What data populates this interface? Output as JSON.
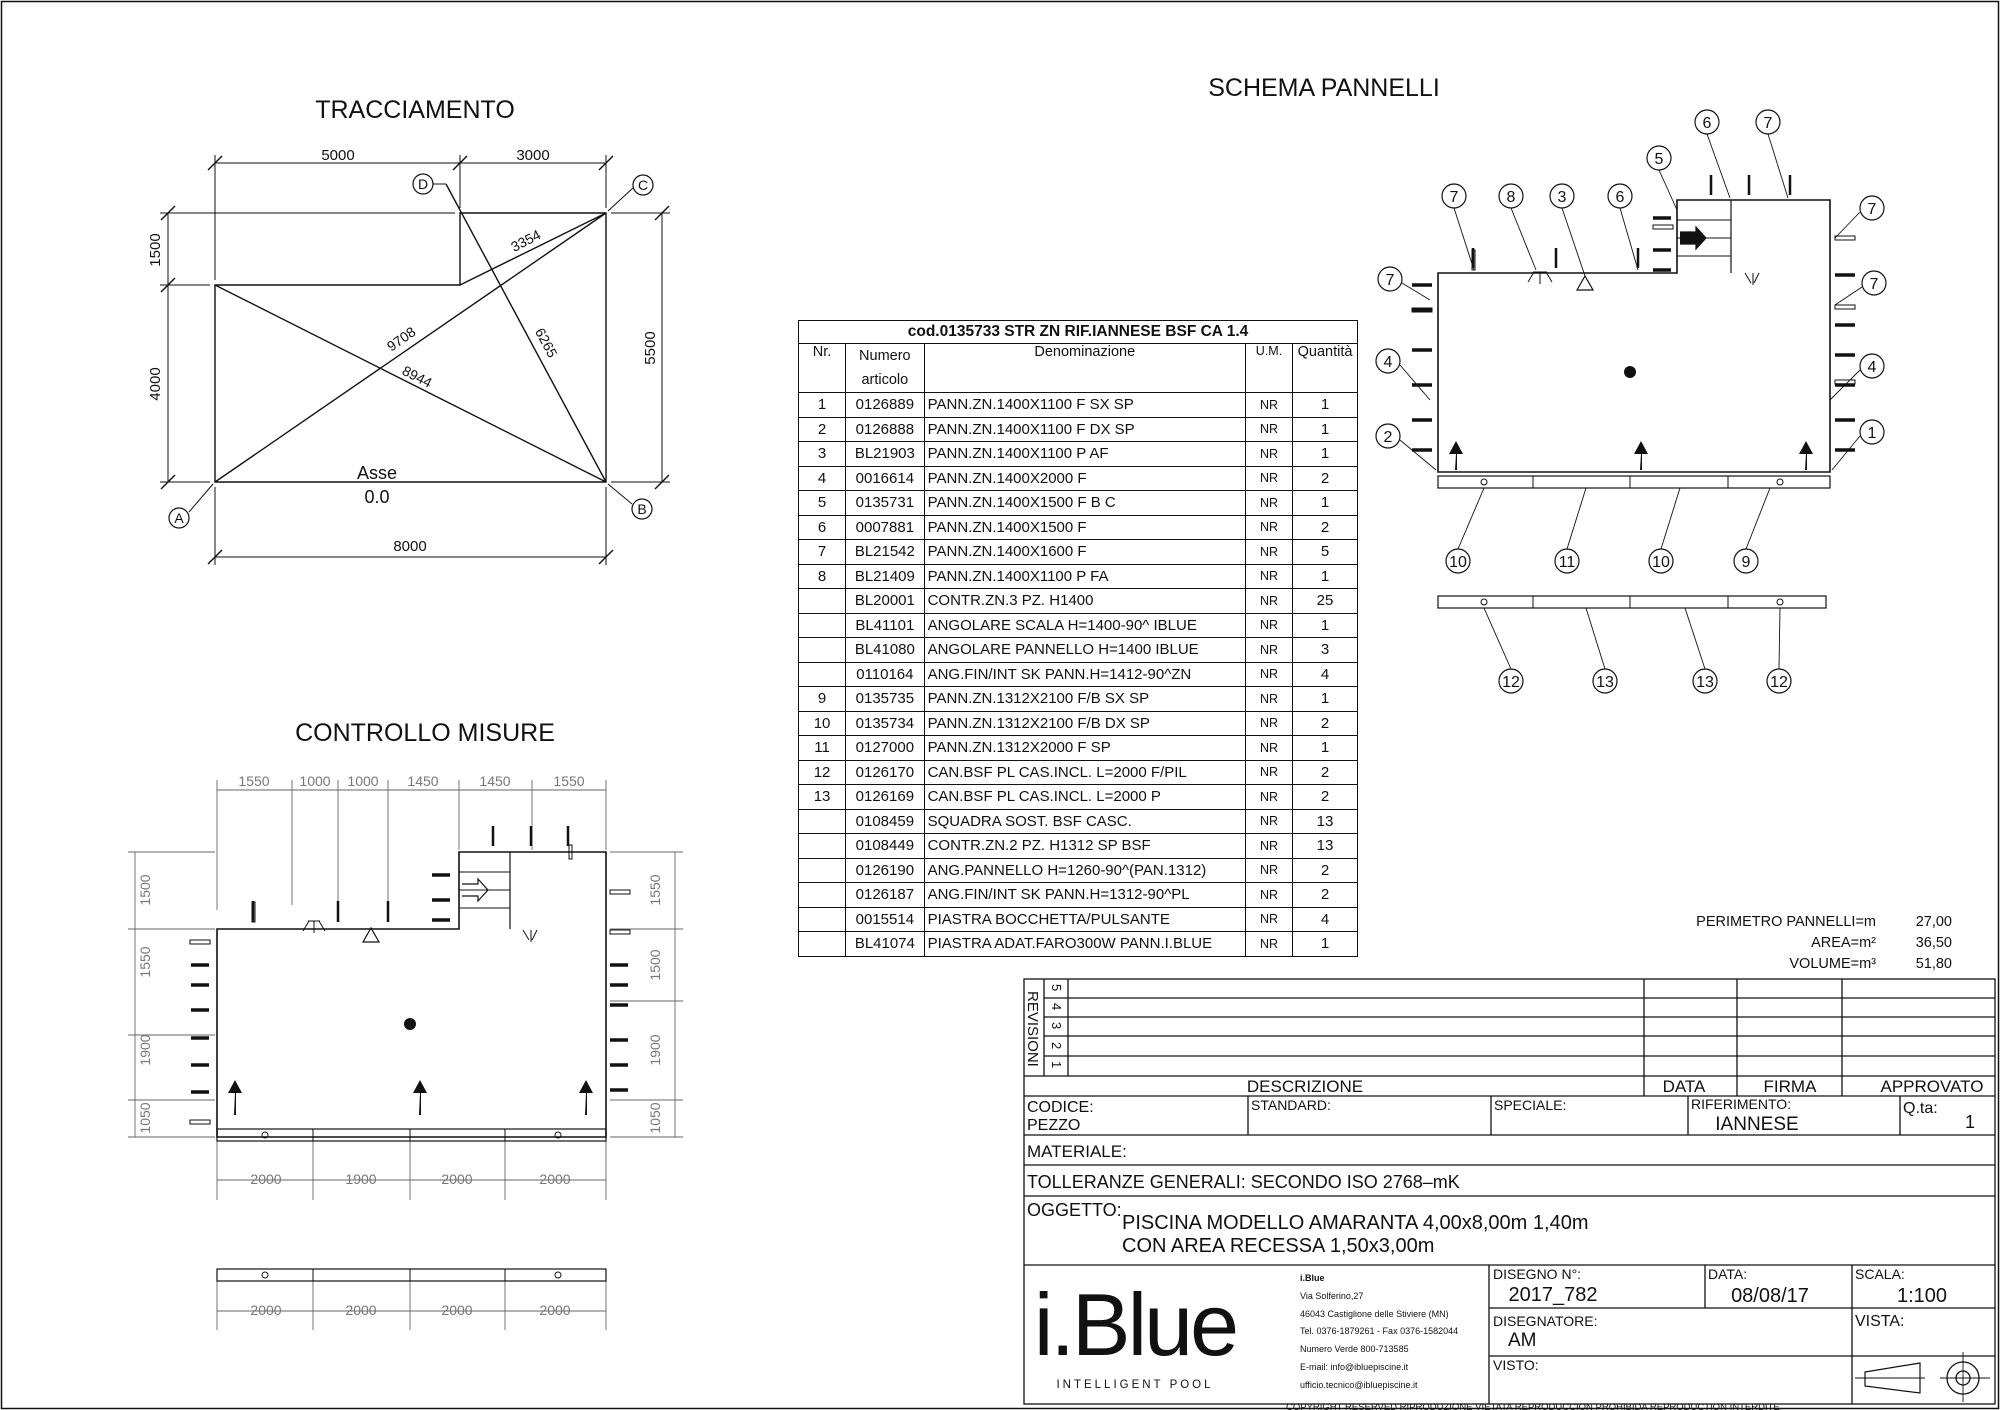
{
  "titles": {
    "tracciamento": "TRACCIAMENTO",
    "controllo": "CONTROLLO  MISURE",
    "schema": "SCHEMA  PANNELLI"
  },
  "tracciamento": {
    "dim_top_left": "5000",
    "dim_top_right": "3000",
    "dim_left_top": "1500",
    "dim_left_bottom": "4000",
    "dim_right": "5500",
    "dim_bottom": "8000",
    "diag_cd": "3354",
    "diag_ab": "9708",
    "diag_ac": "8944",
    "diag_db": "6265",
    "pt_a": "A",
    "pt_b": "B",
    "pt_c": "C",
    "pt_d": "D",
    "asse": "Asse",
    "asse_val": "0.0"
  },
  "controllo": {
    "top_dims": [
      "1550",
      "1000",
      "1000",
      "1450",
      "1450",
      "1550"
    ],
    "left_dims": [
      "1500",
      "1550",
      "1900",
      "1050"
    ],
    "right_dims": [
      "1550",
      "1500",
      "1900",
      "1050"
    ],
    "bottom_dims_1": [
      "2000",
      "1900",
      "2000",
      "2000"
    ],
    "bottom_dims_2": [
      "2000",
      "2000",
      "2000",
      "2000"
    ]
  },
  "schema": {
    "callouts": [
      "6",
      "7",
      "5",
      "7",
      "8",
      "3",
      "6",
      "7",
      "7",
      "7",
      "4",
      "4",
      "2",
      "1",
      "10",
      "11",
      "10",
      "9",
      "12",
      "13",
      "13",
      "12"
    ]
  },
  "bom": {
    "title": "cod.0135733 STR ZN RIF.IANNESE BSF CA 1.4",
    "headers": {
      "nr": "Nr.",
      "art": "Numero articolo",
      "den": "Denominazione",
      "um": "U.M.",
      "q": "Quantità"
    },
    "rows": [
      [
        "1",
        "0126889",
        "PANN.ZN.1400X1100 F SX SP",
        "NR",
        "1"
      ],
      [
        "2",
        "0126888",
        "PANN.ZN.1400X1100 F DX SP",
        "NR",
        "1"
      ],
      [
        "3",
        "BL21903",
        "PANN.ZN.1400X1100 P AF",
        "NR",
        "1"
      ],
      [
        "4",
        "0016614",
        "PANN.ZN.1400X2000 F",
        "NR",
        "2"
      ],
      [
        "5",
        "0135731",
        "PANN.ZN.1400X1500 F B C",
        "NR",
        "1"
      ],
      [
        "6",
        "0007881",
        "PANN.ZN.1400X1500 F",
        "NR",
        "2"
      ],
      [
        "7",
        "BL21542",
        "PANN.ZN.1400X1600 F",
        "NR",
        "5"
      ],
      [
        "8",
        "BL21409",
        "PANN.ZN.1400X1100 P FA",
        "NR",
        "1"
      ],
      [
        "",
        "BL20001",
        "CONTR.ZN.3 PZ. H1400",
        "NR",
        "25"
      ],
      [
        "",
        "BL41101",
        "ANGOLARE SCALA H=1400-90^ IBLUE",
        "NR",
        "1"
      ],
      [
        "",
        "BL41080",
        "ANGOLARE PANNELLO H=1400 IBLUE",
        "NR",
        "3"
      ],
      [
        "",
        "0110164",
        "ANG.FIN/INT SK PANN.H=1412-90^ZN",
        "NR",
        "4"
      ],
      [
        "9",
        "0135735",
        "PANN.ZN.1312X2100 F/B SX SP",
        "NR",
        "1"
      ],
      [
        "10",
        "0135734",
        "PANN.ZN.1312X2100 F/B DX SP",
        "NR",
        "2"
      ],
      [
        "11",
        "0127000",
        "PANN.ZN.1312X2000 F SP",
        "NR",
        "1"
      ],
      [
        "12",
        "0126170",
        "CAN.BSF PL CAS.INCL. L=2000 F/PIL",
        "NR",
        "2"
      ],
      [
        "13",
        "0126169",
        "CAN.BSF PL CAS.INCL. L=2000 P",
        "NR",
        "2"
      ],
      [
        "",
        "0108459",
        "SQUADRA SOST. BSF CASC.",
        "NR",
        "13"
      ],
      [
        "",
        "0108449",
        "CONTR.ZN.2 PZ. H1312 SP BSF",
        "NR",
        "13"
      ],
      [
        "",
        "0126190",
        "ANG.PANNELLO H=1260-90^(PAN.1312)",
        "NR",
        "2"
      ],
      [
        "",
        "0126187",
        "ANG.FIN/INT SK PANN.H=1312-90^PL",
        "NR",
        "2"
      ],
      [
        "",
        "0015514",
        "PIASTRA BOCCHETTA/PULSANTE",
        "NR",
        "4"
      ],
      [
        "",
        "BL41074",
        "PIASTRA ADAT.FARO300W PANN.I.BLUE",
        "NR",
        "1"
      ]
    ]
  },
  "summary": {
    "perimetro_label": "PERIMETRO  PANNELLI=m",
    "perimetro": "27,00",
    "area_label": "AREA=m²",
    "area": "36,50",
    "volume_label": "VOLUME=m³",
    "volume": "51,80"
  },
  "title_block": {
    "revisioni": "REVISIONI",
    "rev_numbers": [
      "5",
      "4",
      "3",
      "2",
      "1"
    ],
    "descrizione": "DESCRIZIONE",
    "data": "DATA",
    "firma": "FIRMA",
    "approvato": "APPROVATO",
    "codice": "CODICE:",
    "pezzo": "PEZZO",
    "standard": "STANDARD:",
    "speciale": "SPECIALE:",
    "riferimento": "RIFERIMENTO:",
    "riferimento_val": "IANNESE",
    "qta": "Q.ta:",
    "qta_val": "1",
    "materiale": "MATERIALE:",
    "tolleranze": "TOLLERANZE  GENERALI:  SECONDO  ISO  2768–mK",
    "oggetto": "OGGETTO:",
    "oggetto_1": "PISCINA  MODELLO  AMARANTA  4,00x8,00m  1,40m",
    "oggetto_2": "CON  AREA  RECESSA  1,50x3,00m",
    "company": "i.Blue",
    "tagline": "INTELLIGENT   POOL",
    "address": [
      "i.Blue",
      "Via Solferino,27",
      "46043 Castiglione delle Stiviere (MN)",
      "Tel. 0376-1879261 - Fax 0376-1582044",
      "Numero Verde 800-713585",
      "E-mail: info@ibluepiscine.it",
      "ufficio.tecnico@ibluepiscine.it"
    ],
    "disegno_label": "DISEGNO  N°:",
    "disegno": "2017_782",
    "data_label": "DATA:",
    "data_val": "08/08/17",
    "scala_label": "SCALA:",
    "scala": "1:100",
    "disegnatore_label": "DISEGNATORE:",
    "disegnatore": "AM",
    "vista_label": "VISTA:",
    "visto_label": "VISTO:"
  },
  "footer": "COPYRIGHT  RESERVED      RIPRODUZIONE  VIETATA      REPRODUCCION  PROHIBIDA      REPRODUCTION  INTERDITE"
}
